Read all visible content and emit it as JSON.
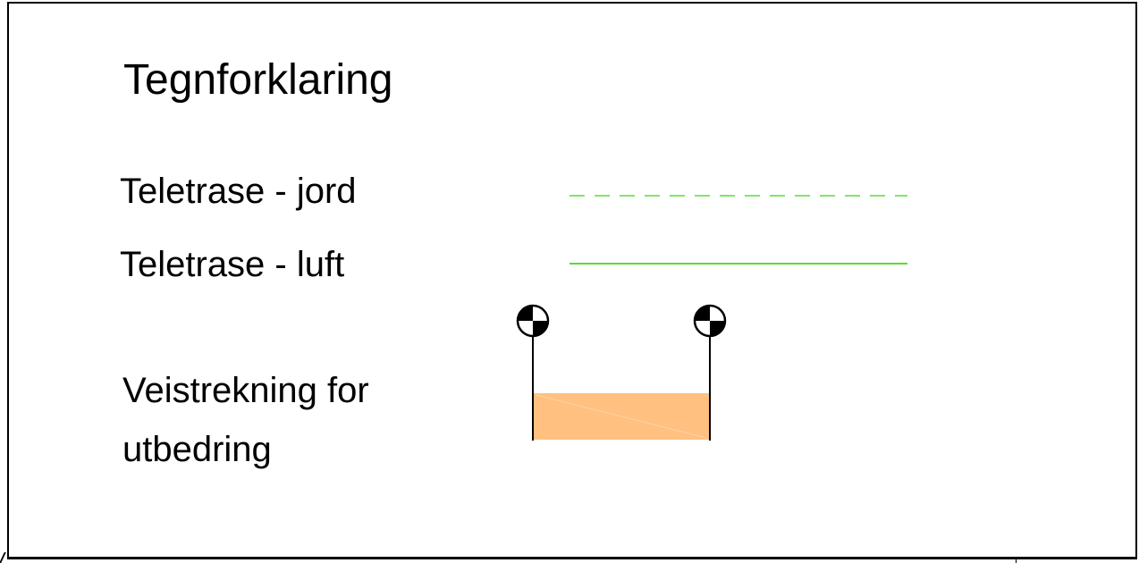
{
  "legend": {
    "title": "Tegnforklaring",
    "items": [
      {
        "id": "jord",
        "label": "Teletrase - jord",
        "symbol": "dashed-line",
        "color": "#55dd33"
      },
      {
        "id": "luft",
        "label": "Teletrase - luft",
        "symbol": "solid-line",
        "color": "#55dd33"
      },
      {
        "id": "vei",
        "label": "Veistrekning for utbedring",
        "symbol": "road-section",
        "color": "#ffc080"
      }
    ]
  },
  "colors": {
    "line_green": "#55dd33",
    "road_fill": "#ffc080",
    "frame": "#000000"
  }
}
